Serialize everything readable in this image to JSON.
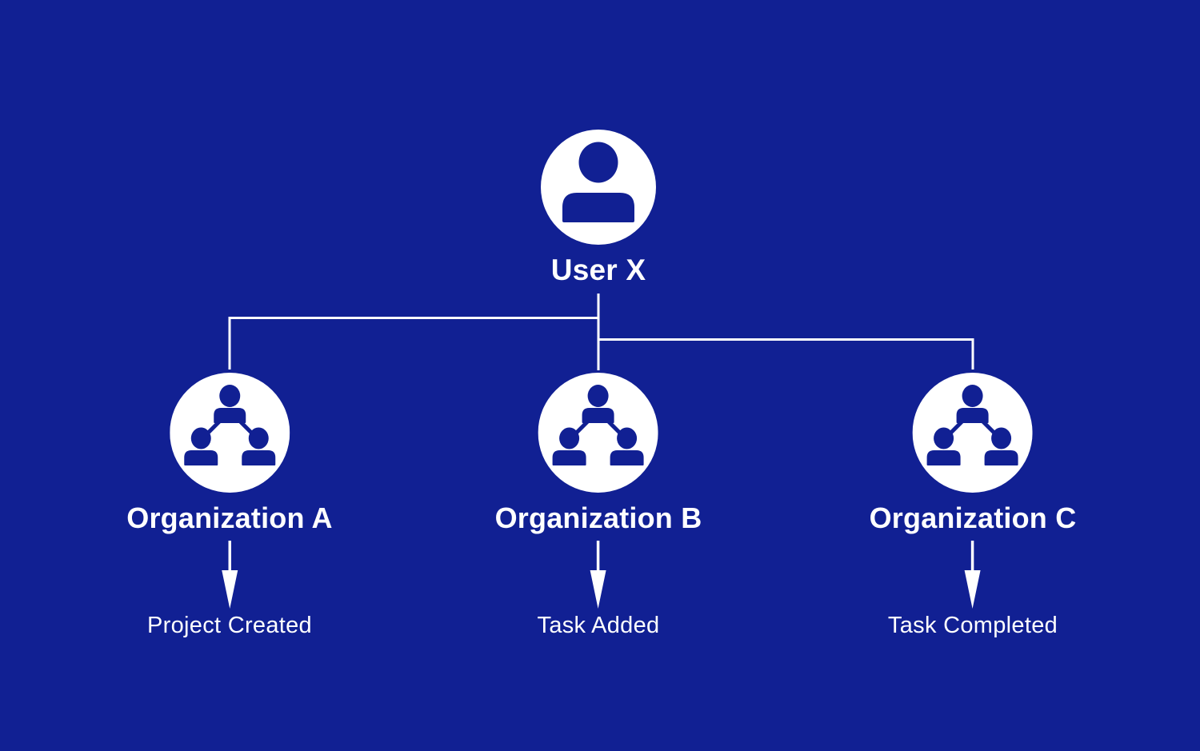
{
  "colors": {
    "background": "#112093",
    "node": "#FFFFFF",
    "icon": "#112093",
    "line": "#FFFFFF",
    "text": "#FFFFFF"
  },
  "root": {
    "label": "User X",
    "icon": "user-icon"
  },
  "organizations": [
    {
      "label": "Organization A",
      "event": "Project Created",
      "icon": "organization-icon",
      "arrow": "arrow-down-icon"
    },
    {
      "label": "Organization B",
      "event": "Task Added",
      "icon": "organization-icon",
      "arrow": "arrow-down-icon"
    },
    {
      "label": "Organization C",
      "event": "Task Completed",
      "icon": "organization-icon",
      "arrow": "arrow-down-icon"
    }
  ]
}
